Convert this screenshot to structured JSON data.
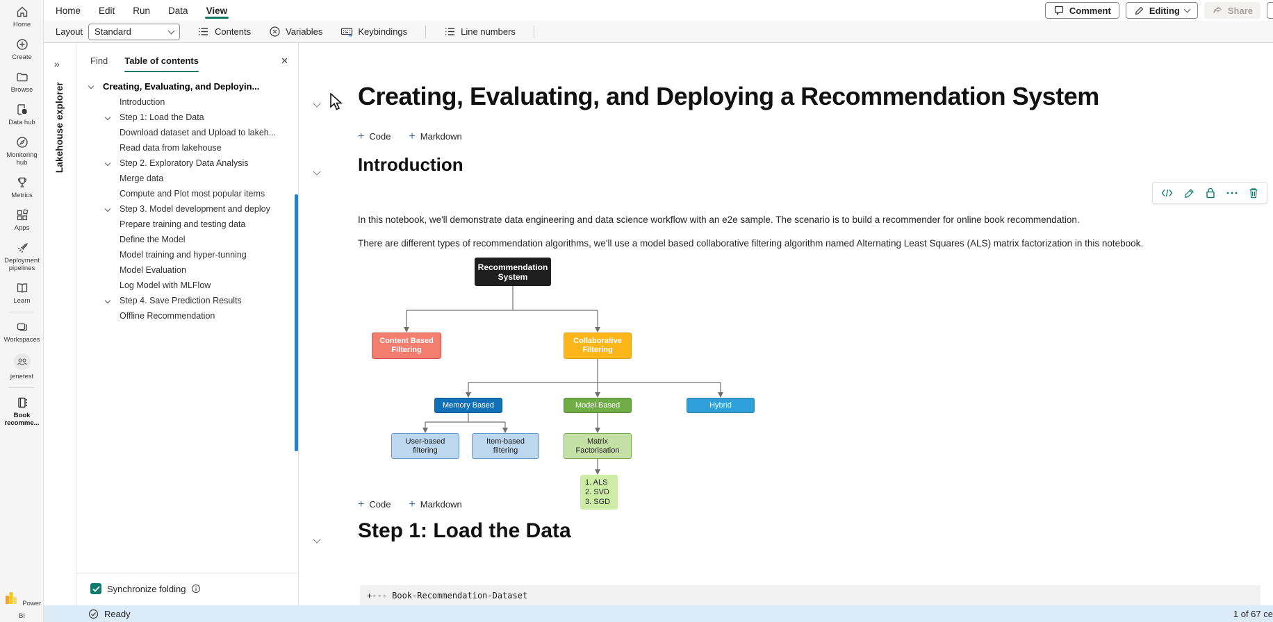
{
  "menu": {
    "tabs": [
      {
        "label": "Home"
      },
      {
        "label": "Edit"
      },
      {
        "label": "Run"
      },
      {
        "label": "Data"
      },
      {
        "label": "View",
        "active": true
      }
    ],
    "comment_label": "Comment",
    "editing_label": "Editing",
    "share_label": "Share"
  },
  "ribbon": {
    "layout_label": "Layout",
    "layout_value": "Standard",
    "contents_label": "Contents",
    "variables_label": "Variables",
    "keybindings_label": "Keybindings",
    "line_numbers_label": "Line numbers"
  },
  "rail": {
    "items": [
      {
        "label": "Home"
      },
      {
        "label": "Create"
      },
      {
        "label": "Browse"
      },
      {
        "label": "Data hub"
      },
      {
        "label": "Monitoring hub"
      },
      {
        "label": "Metrics"
      },
      {
        "label": "Apps"
      },
      {
        "label": "Deployment pipelines"
      },
      {
        "label": "Learn"
      },
      {
        "label": "Workspaces"
      },
      {
        "label": "jenetest"
      },
      {
        "label": "Book recomme...",
        "active": true
      }
    ],
    "footer_label": "Power BI"
  },
  "explorer": {
    "title": "Lakehouse explorer",
    "expand_icon": "double-chevron-right"
  },
  "toc": {
    "find_tab": "Find",
    "contents_tab": "Table of contents",
    "sync_label": "Synchronize folding",
    "tree": [
      {
        "label": "Creating, Evaluating, and Deployin...",
        "bold": true,
        "chevron": true
      },
      {
        "label": "Introduction"
      },
      {
        "label": "Step 1: Load the Data",
        "chevron": true
      },
      {
        "label": "Download dataset and Upload to lakeh..."
      },
      {
        "label": "Read data from lakehouse"
      },
      {
        "label": "Step 2. Exploratory Data Analysis",
        "chevron": true
      },
      {
        "label": "Merge data"
      },
      {
        "label": "Compute and Plot most popular items"
      },
      {
        "label": "Step 3. Model development and deploy",
        "chevron": true
      },
      {
        "label": "Prepare training and testing data"
      },
      {
        "label": "Define the Model"
      },
      {
        "label": "Model training and hyper-tunning"
      },
      {
        "label": "Model Evaluation"
      },
      {
        "label": "Log Model with MLFlow"
      },
      {
        "label": "Step 4. Save Prediction Results",
        "chevron": true
      },
      {
        "label": "Offline Recommendation"
      }
    ]
  },
  "notebook": {
    "title": "Creating, Evaluating, and Deploying a Recommendation System",
    "add_code": "Code",
    "add_markdown": "Markdown",
    "intro_heading": "Introduction",
    "paragraph1": "In this notebook, we'll demonstrate data engineering and data science workflow with an e2e sample. The scenario is to build a recommender for online book recommendation.",
    "paragraph2": "There are different types of recommendation algorithms, we'll use a model based collaborative filtering algorithm named Alternating Least Squares (ALS) matrix factorization in this notebook.",
    "step1_heading": "Step 1: Load the Data",
    "code_line": "+--- Book-Recommendation-Dataset"
  },
  "diagram": {
    "nodes": {
      "root": "Recommendation System",
      "content": "Content Based Filtering",
      "collab": "Collaborative Filtering",
      "memory": "Memory Based",
      "model": "Model Based",
      "hybrid": "Hybrid",
      "user": "User-based filtering",
      "item": "Item-based filtering",
      "matrix": "Matrix Factorisation",
      "als_lines": [
        "1. ALS",
        "2. SVD",
        "3. SGD"
      ]
    }
  },
  "status": {
    "ready": "Ready",
    "cells": "1 of 67 ce"
  },
  "colors": {
    "accent_teal": "#117865",
    "toolbar_icon_teal": "#0f7b6f",
    "scrollbar_blue": "#2b7cd3",
    "status_bg": "#dcebf8",
    "node_root": "#1f1f1f",
    "node_content_based": "#f37d6f",
    "node_collaborative": "#fcb61a",
    "node_memory_based": "#1170b8",
    "node_model_based": "#70ad47",
    "node_hybrid": "#2f9fd9",
    "node_light_blue": "#bdd7ee",
    "node_light_green": "#c5e0a5",
    "node_pale_green": "#cdeca6",
    "powerbi_yellow": "#f2c811"
  }
}
